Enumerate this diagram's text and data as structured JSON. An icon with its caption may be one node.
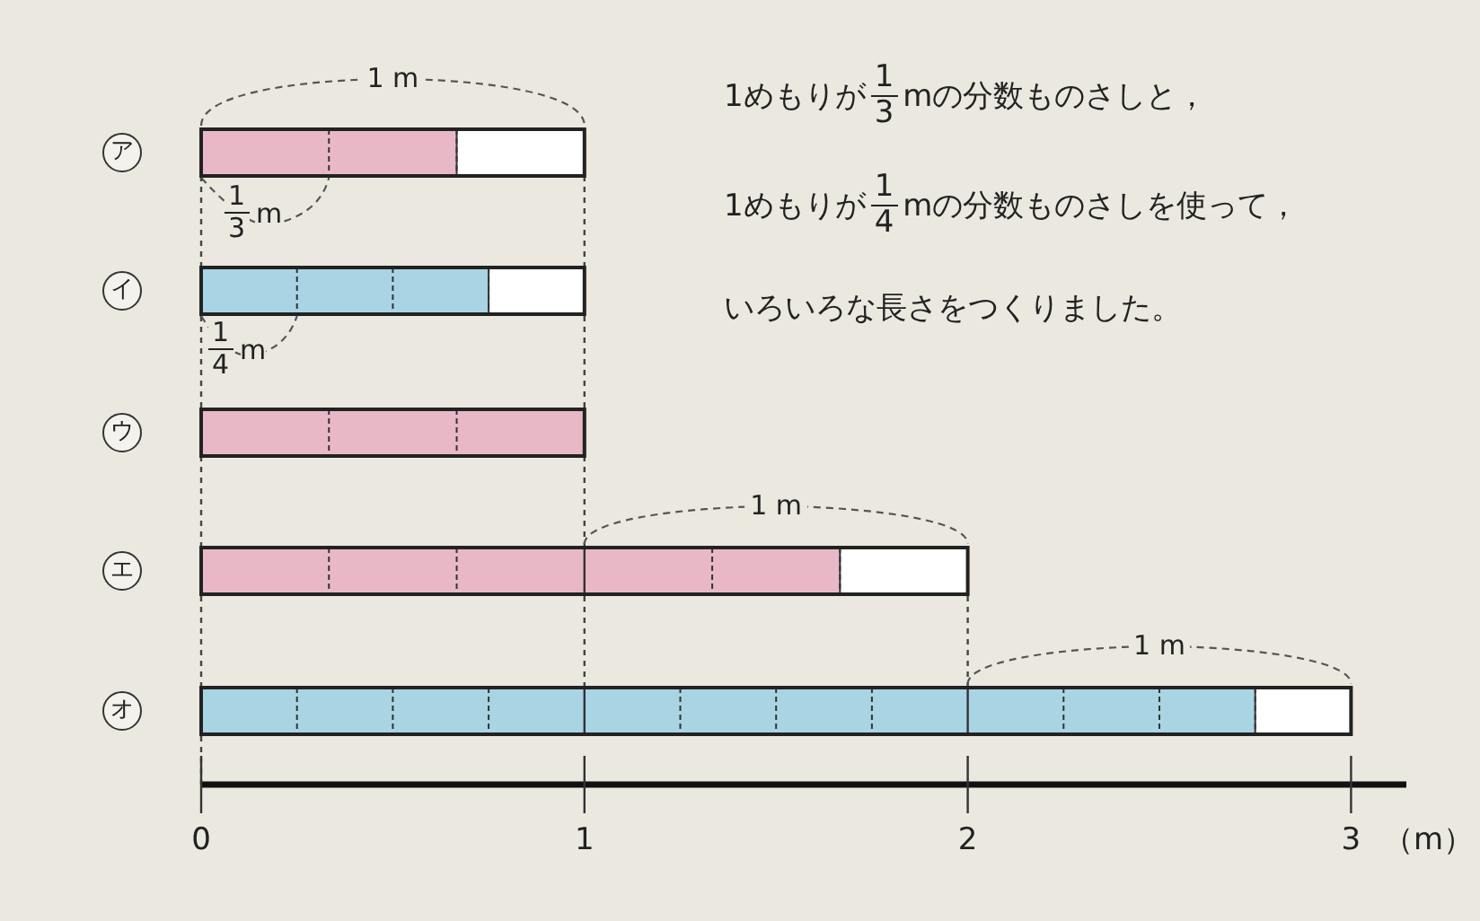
{
  "diagram": {
    "nodes": [
      {
        "text": [
          "ア"
        ]
      },
      {
        "text": [
          "イ"
        ]
      },
      {
        "text": [
          "ウ"
        ]
      },
      {
        "text": [
          "エ"
        ]
      },
      {
        "text": [
          "オ"
        ]
      }
    ],
    "labels": [
      "1 m",
      "1めもりが",
      "1",
      "3",
      "mの分数ものさしと，",
      "1めもりが",
      "1",
      "4",
      "mの分数ものさしを使って，",
      "いろいろな長さをつくりました。",
      "1",
      "3",
      "m",
      "1",
      "4",
      "m",
      "1 m",
      "1 m",
      "0",
      "1",
      "2",
      "3",
      "（m）"
    ]
  }
}
